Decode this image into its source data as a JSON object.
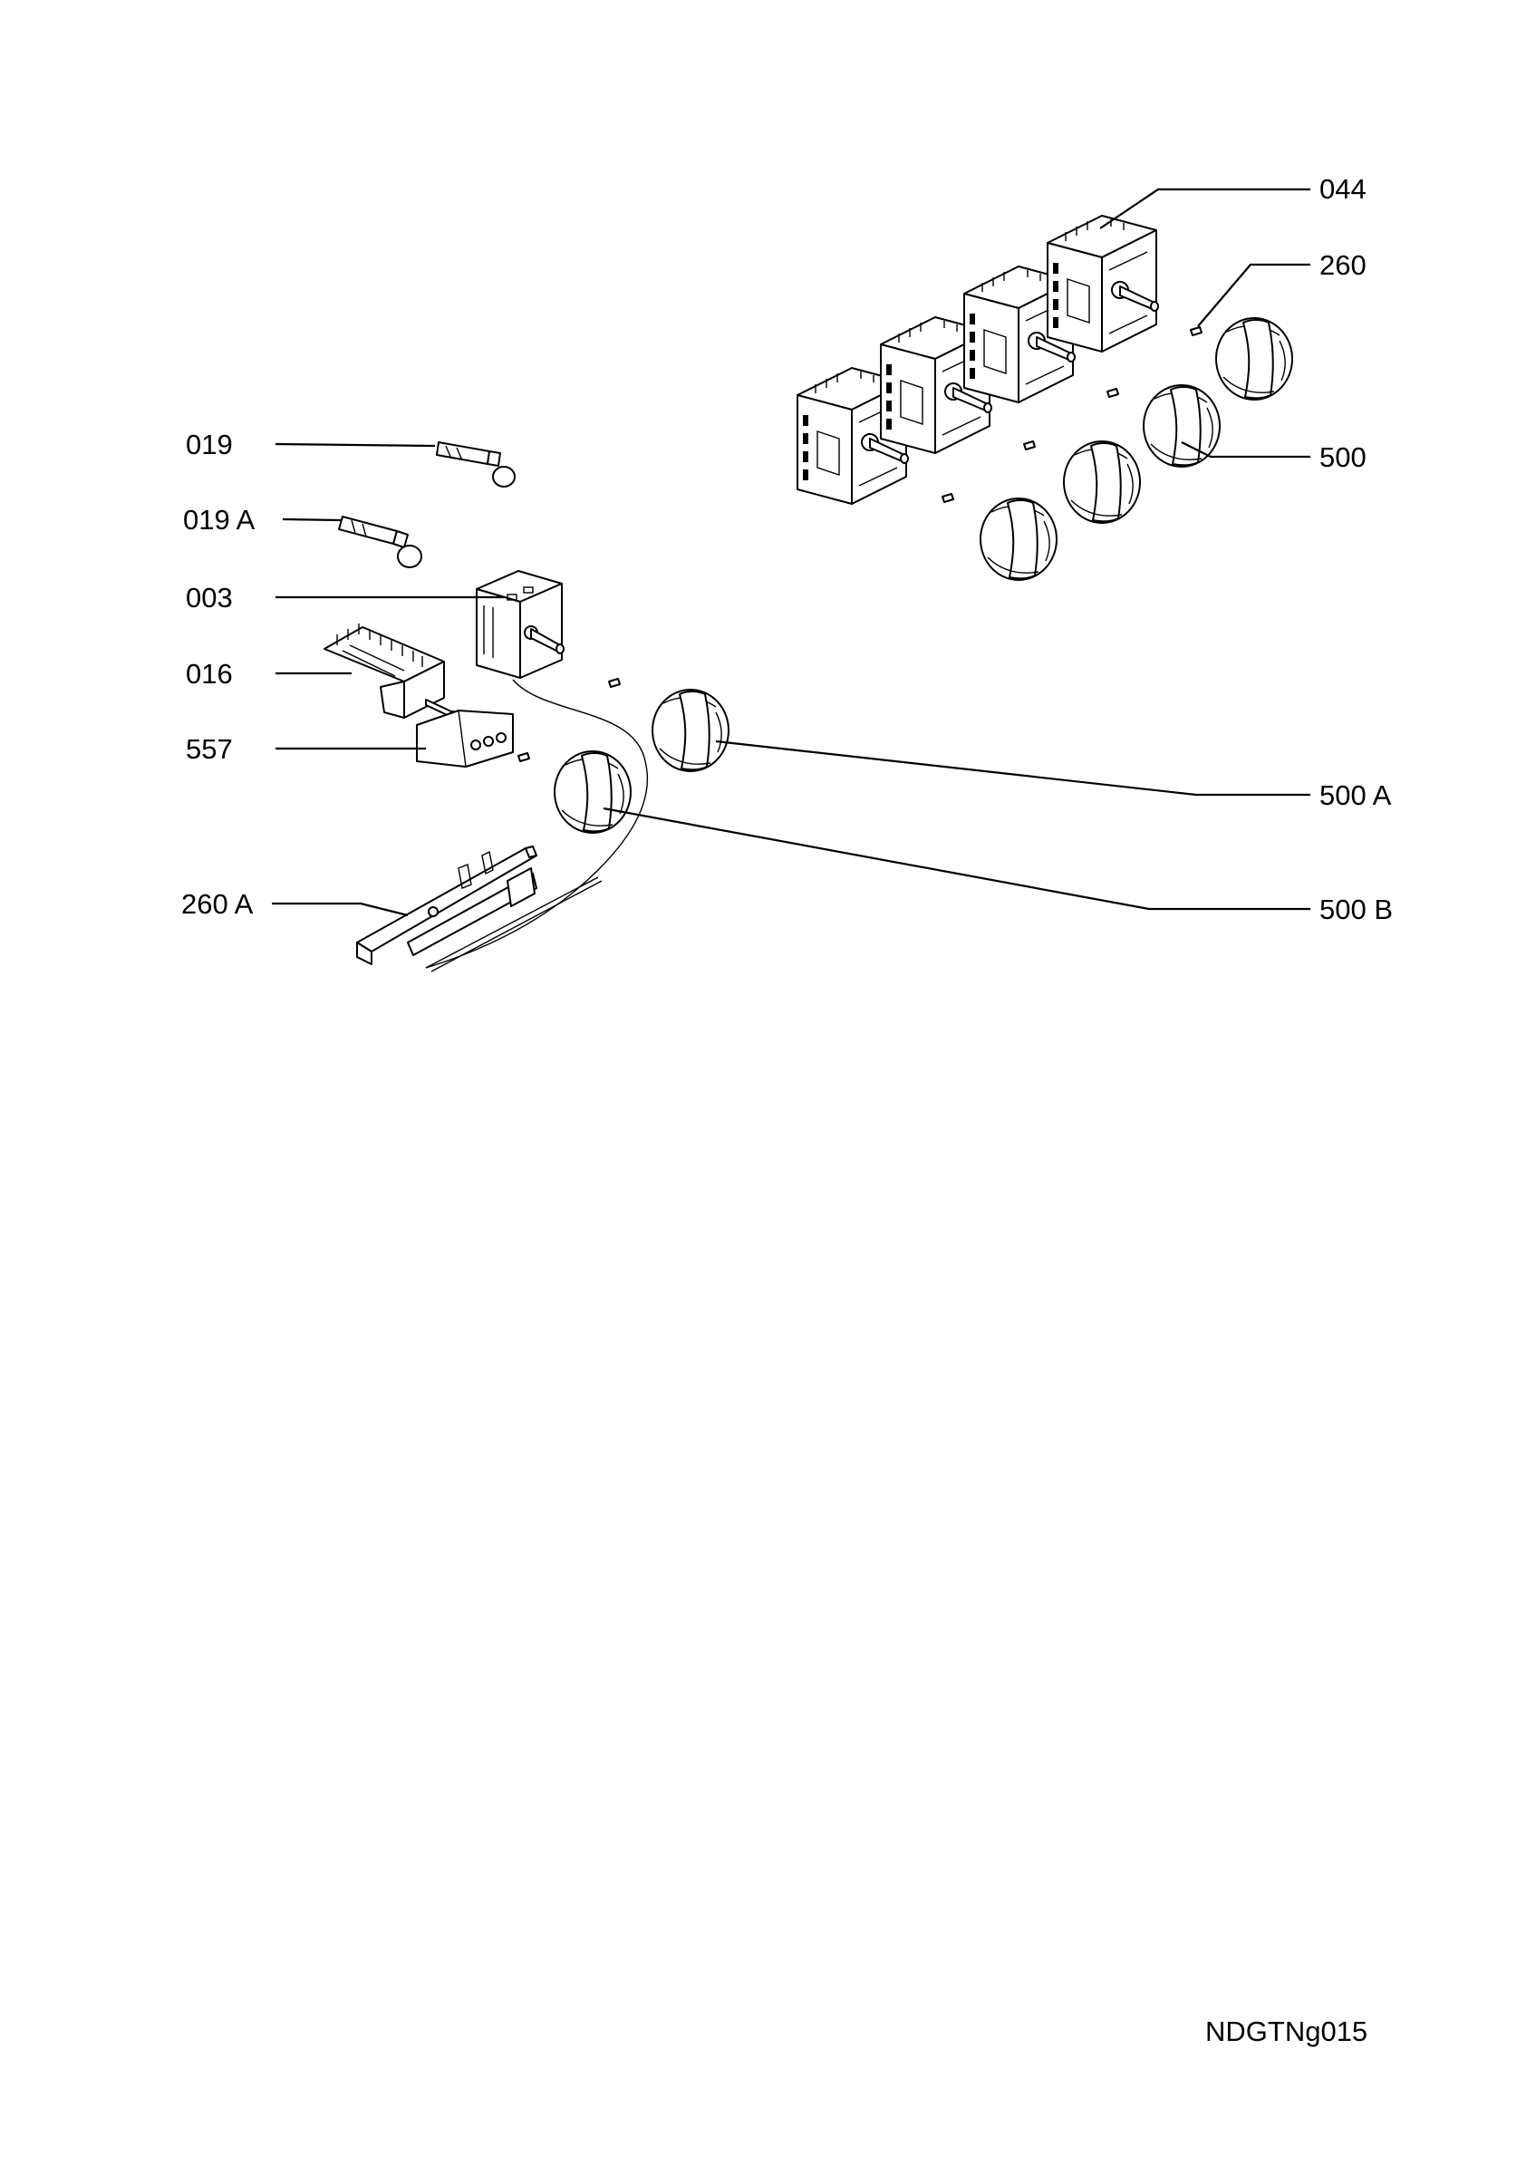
{
  "diagram": {
    "labels": {
      "l044": "044",
      "l260": "260",
      "l500": "500",
      "l019": "019",
      "l019A": "019 A",
      "l003": "003",
      "l016": "016",
      "l557": "557",
      "l260A": "260 A",
      "l500A": "500 A",
      "l500B": "500 B"
    },
    "drawing_code": "NDGTNg015"
  }
}
